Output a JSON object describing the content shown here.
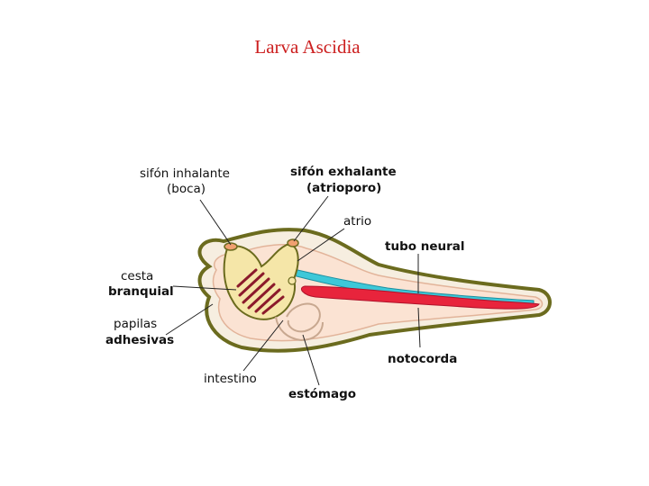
{
  "title": "Larva Ascidia",
  "labels": {
    "sifon_inhalante": "sifón inhalante",
    "boca": "(boca)",
    "sifon_exhalante": "sifón exhalante",
    "atrioporo": "(atrioporo)",
    "atrio": "atrio",
    "tubo_neural": "tubo neural",
    "cesta": "cesta",
    "branquial": "branquial",
    "papilas": "papilas",
    "adhesivas": "adhesivas",
    "notocorda": "notocorda",
    "intestino": "intestino",
    "estomago": "estómago"
  },
  "colors": {
    "title": "#cc1f1f",
    "outline": "#6b6b1e",
    "body_fill": "#fbe3d3",
    "pharynx_fill": "#f5e6a8",
    "stripes": "#8b1a2b",
    "neural_tube": "#3cc8d8",
    "notochord": "#e8243c"
  }
}
